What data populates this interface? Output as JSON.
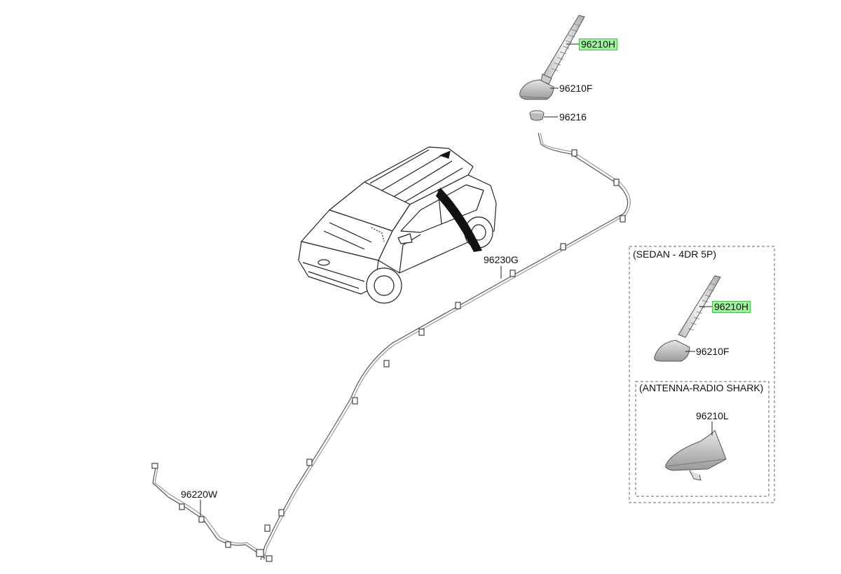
{
  "callouts": {
    "antenna_mast": "96210H",
    "antenna_base": "96210F",
    "grommet": "96216",
    "feeder_cable": "96230G",
    "extension_cable": "96220W"
  },
  "sedan_box": {
    "title": "(SEDAN - 4DR 5P)",
    "antenna_mast": "96210H",
    "antenna_base": "96210F"
  },
  "shark_box": {
    "title": "(ANTENNA-RADIO SHARK)",
    "shark_antenna": "96210L"
  },
  "colors": {
    "highlight": "#9cf59c",
    "line": "#333333",
    "part_fill": "#cfcfcf",
    "dashed_border": "#666666"
  }
}
